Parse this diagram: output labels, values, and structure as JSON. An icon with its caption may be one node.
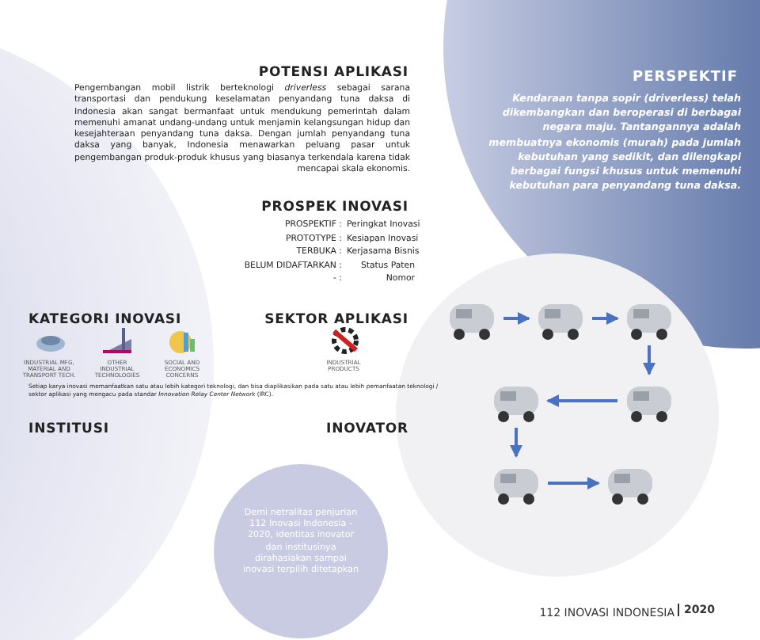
{
  "diagram": {
    "nodes": [
      {
        "text": [],
        "shape": "picture"
      },
      {
        "text": [],
        "shape": "picture"
      },
      {
        "text": [],
        "shape": "picture"
      },
      {
        "text": [],
        "shape": "picture"
      },
      {
        "text": [],
        "shape": "picture"
      },
      {
        "text": [],
        "shape": "picture"
      },
      {
        "text": [],
        "shape": "picture"
      },
      {
        "text": [
          "Demi netralitas penjurian 112 Inovasi Indonesia - 2020, identitas inovator dan institusinya dirahasiakan sampai inovasi terpilih ditetapkan"
        ]
      }
    ],
    "edges": [
      {
        "from": 0,
        "to": 1,
        "arrow": "to"
      },
      {
        "from": 1,
        "to": 2,
        "arrow": "to"
      },
      {
        "from": 2,
        "to": 3,
        "arrow": "to"
      },
      {
        "from": 3,
        "to": 4,
        "arrow": "to"
      },
      {
        "from": 4,
        "to": 5,
        "arrow": "to"
      },
      {
        "from": 5,
        "to": 6,
        "arrow": "to"
      }
    ],
    "labels": [
      "PERSPEKTIF",
      "Kendaraan tanpa sopir (driverless) telah dikembangkan dan beroperasi di berbagai negara maju. Tantangannya adalah membuatnya ekonomis (murah) pada jumlah kebutuhan yang sedikit, dan dilengkapi berbagai fungsi khusus untuk memenuhi kebutuhan para penyandang tuna daksa.",
      "POTENSI APLIKASI",
      "Pengembangan mobil listrik berteknologi *driverless* sebagai sarana transportasi dan pendukung keselamatan penyandang tuna daksa di Indonesia akan sangat bermanfaat untuk mendukung pemerintah dalam memenuhi amanat undang-undang untuk menjamin kelangsungan hidup dan kesejahteraan penyandang tuna daksa. Dengan jumlah penyandang tuna daksa yang banyak, Indonesia menawarkan peluang pasar untuk pengembangan produk-produk khusus yang biasanya terkendala karena tidak mencapai skala ekonomis.",
      "PROSPEK INOVASI",
      "PROSPEKTIF :",
      "Peringkat Inovasi",
      "PROTOTYPE :",
      "Kesiapan Inovasi",
      "TERBUKA :",
      "Kerjasama Bisnis",
      "BELUM DIDAFTARKAN :",
      "Status Paten",
      "- :",
      "Nomor",
      "KATEGORI INOVASI",
      "SEKTOR APLIKASI",
      "INDUSTRIAL MFG, MATERIAL AND TRANSPORT TECH.",
      "OTHER INDUSTRIAL TECHNOLOGIES",
      "SOCIAL AND ECONOMICS CONCERNS",
      "INDUSTRIAL PRODUCTS",
      "Setiap karya inovasi memanfaatkan satu atau lebih kategori teknologi, dan bisa diaplikasikan pada satu atau lebih pemanfaatan teknologi / sektor aplikasi yang mengacu pada standar *Innovation Relay Center Network* (IRC).",
      "INSTITUSI",
      "INOVATOR",
      "112 INOVASI INDONESIA",
      "2020"
    ]
  }
}
